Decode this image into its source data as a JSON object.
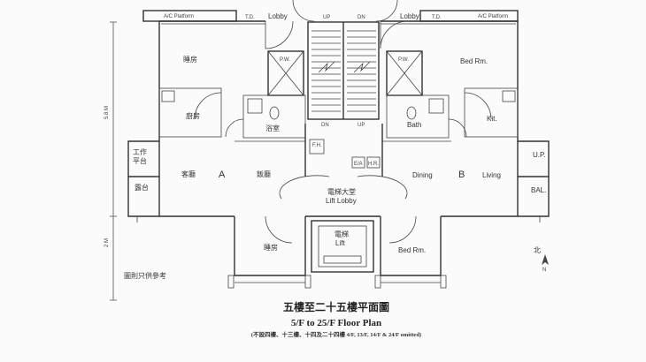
{
  "labels": {
    "ac_platform": "A/C Platform",
    "td": "T.D.",
    "lobby": "Lobby",
    "up": "UP",
    "dn": "DN",
    "bed_room": "Bed Rm.",
    "bed_room_cn": "睡房",
    "pw": "P.W.",
    "kitchen_cn": "廚房",
    "kit": "Kit.",
    "bath_cn": "浴室",
    "bath": "Bath",
    "fh": "F.H.",
    "ea": "E/A",
    "hr": "H.R.",
    "utility_cn": "工作\n平台",
    "up_abbr": "U.P.",
    "balcony_cn": "露台",
    "bal": "BAL.",
    "living_cn": "客廳",
    "dining_cn": "飯廳",
    "dining": "Dining",
    "living": "Living",
    "flat_a": "A",
    "flat_b": "B",
    "lift_lobby_cn": "電梯大堂",
    "lift_lobby": "Lift Lobby",
    "lift_cn": "電梯",
    "lift": "Lift",
    "dim_58": "5.8 M",
    "dim_2": "2 M",
    "north": "北",
    "north_en": "N",
    "disclaimer": "圖則只供參考"
  },
  "title": {
    "cn": "五樓至二十五樓平面圖",
    "en": "5/F to 25/F Floor Plan",
    "note": "(不設四樓、十三樓、十四及二十四樓 4/F, 13/F, 14/F & 24/F omitted)"
  }
}
